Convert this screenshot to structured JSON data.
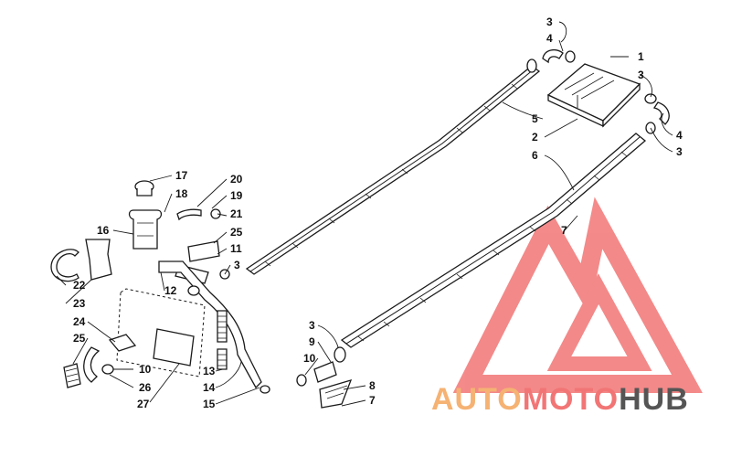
{
  "diagram": {
    "callouts": [
      {
        "id": "c1",
        "text": "1"
      },
      {
        "id": "c3a",
        "text": "3"
      },
      {
        "id": "c4a",
        "text": "4"
      },
      {
        "id": "c3b",
        "text": "3"
      },
      {
        "id": "c5",
        "text": "5"
      },
      {
        "id": "c2",
        "text": "2"
      },
      {
        "id": "c4b",
        "text": "4"
      },
      {
        "id": "c3c",
        "text": "3"
      },
      {
        "id": "c6",
        "text": "6"
      },
      {
        "id": "c7a",
        "text": "7"
      },
      {
        "id": "c17",
        "text": "17"
      },
      {
        "id": "c18",
        "text": "18"
      },
      {
        "id": "c20",
        "text": "20"
      },
      {
        "id": "c19",
        "text": "19"
      },
      {
        "id": "c21",
        "text": "21"
      },
      {
        "id": "c16",
        "text": "16"
      },
      {
        "id": "c25a",
        "text": "25"
      },
      {
        "id": "c11",
        "text": "11"
      },
      {
        "id": "c3d",
        "text": "3"
      },
      {
        "id": "c12",
        "text": "12"
      },
      {
        "id": "c22",
        "text": "22"
      },
      {
        "id": "c23",
        "text": "23"
      },
      {
        "id": "c24",
        "text": "24"
      },
      {
        "id": "c25b",
        "text": "25"
      },
      {
        "id": "c10a",
        "text": "10"
      },
      {
        "id": "c26",
        "text": "26"
      },
      {
        "id": "c27",
        "text": "27"
      },
      {
        "id": "c13",
        "text": "13"
      },
      {
        "id": "c14",
        "text": "14"
      },
      {
        "id": "c15",
        "text": "15"
      },
      {
        "id": "c3e",
        "text": "3"
      },
      {
        "id": "c9",
        "text": "9"
      },
      {
        "id": "c10b",
        "text": "10"
      },
      {
        "id": "c8",
        "text": "8"
      },
      {
        "id": "c7b",
        "text": "7"
      }
    ]
  },
  "watermark": {
    "part1": "AUTO",
    "part2": "MOTO",
    "part3": "HUB",
    "colors": {
      "orange": "#f5b273",
      "red": "#f27575",
      "gray": "#555555"
    }
  }
}
